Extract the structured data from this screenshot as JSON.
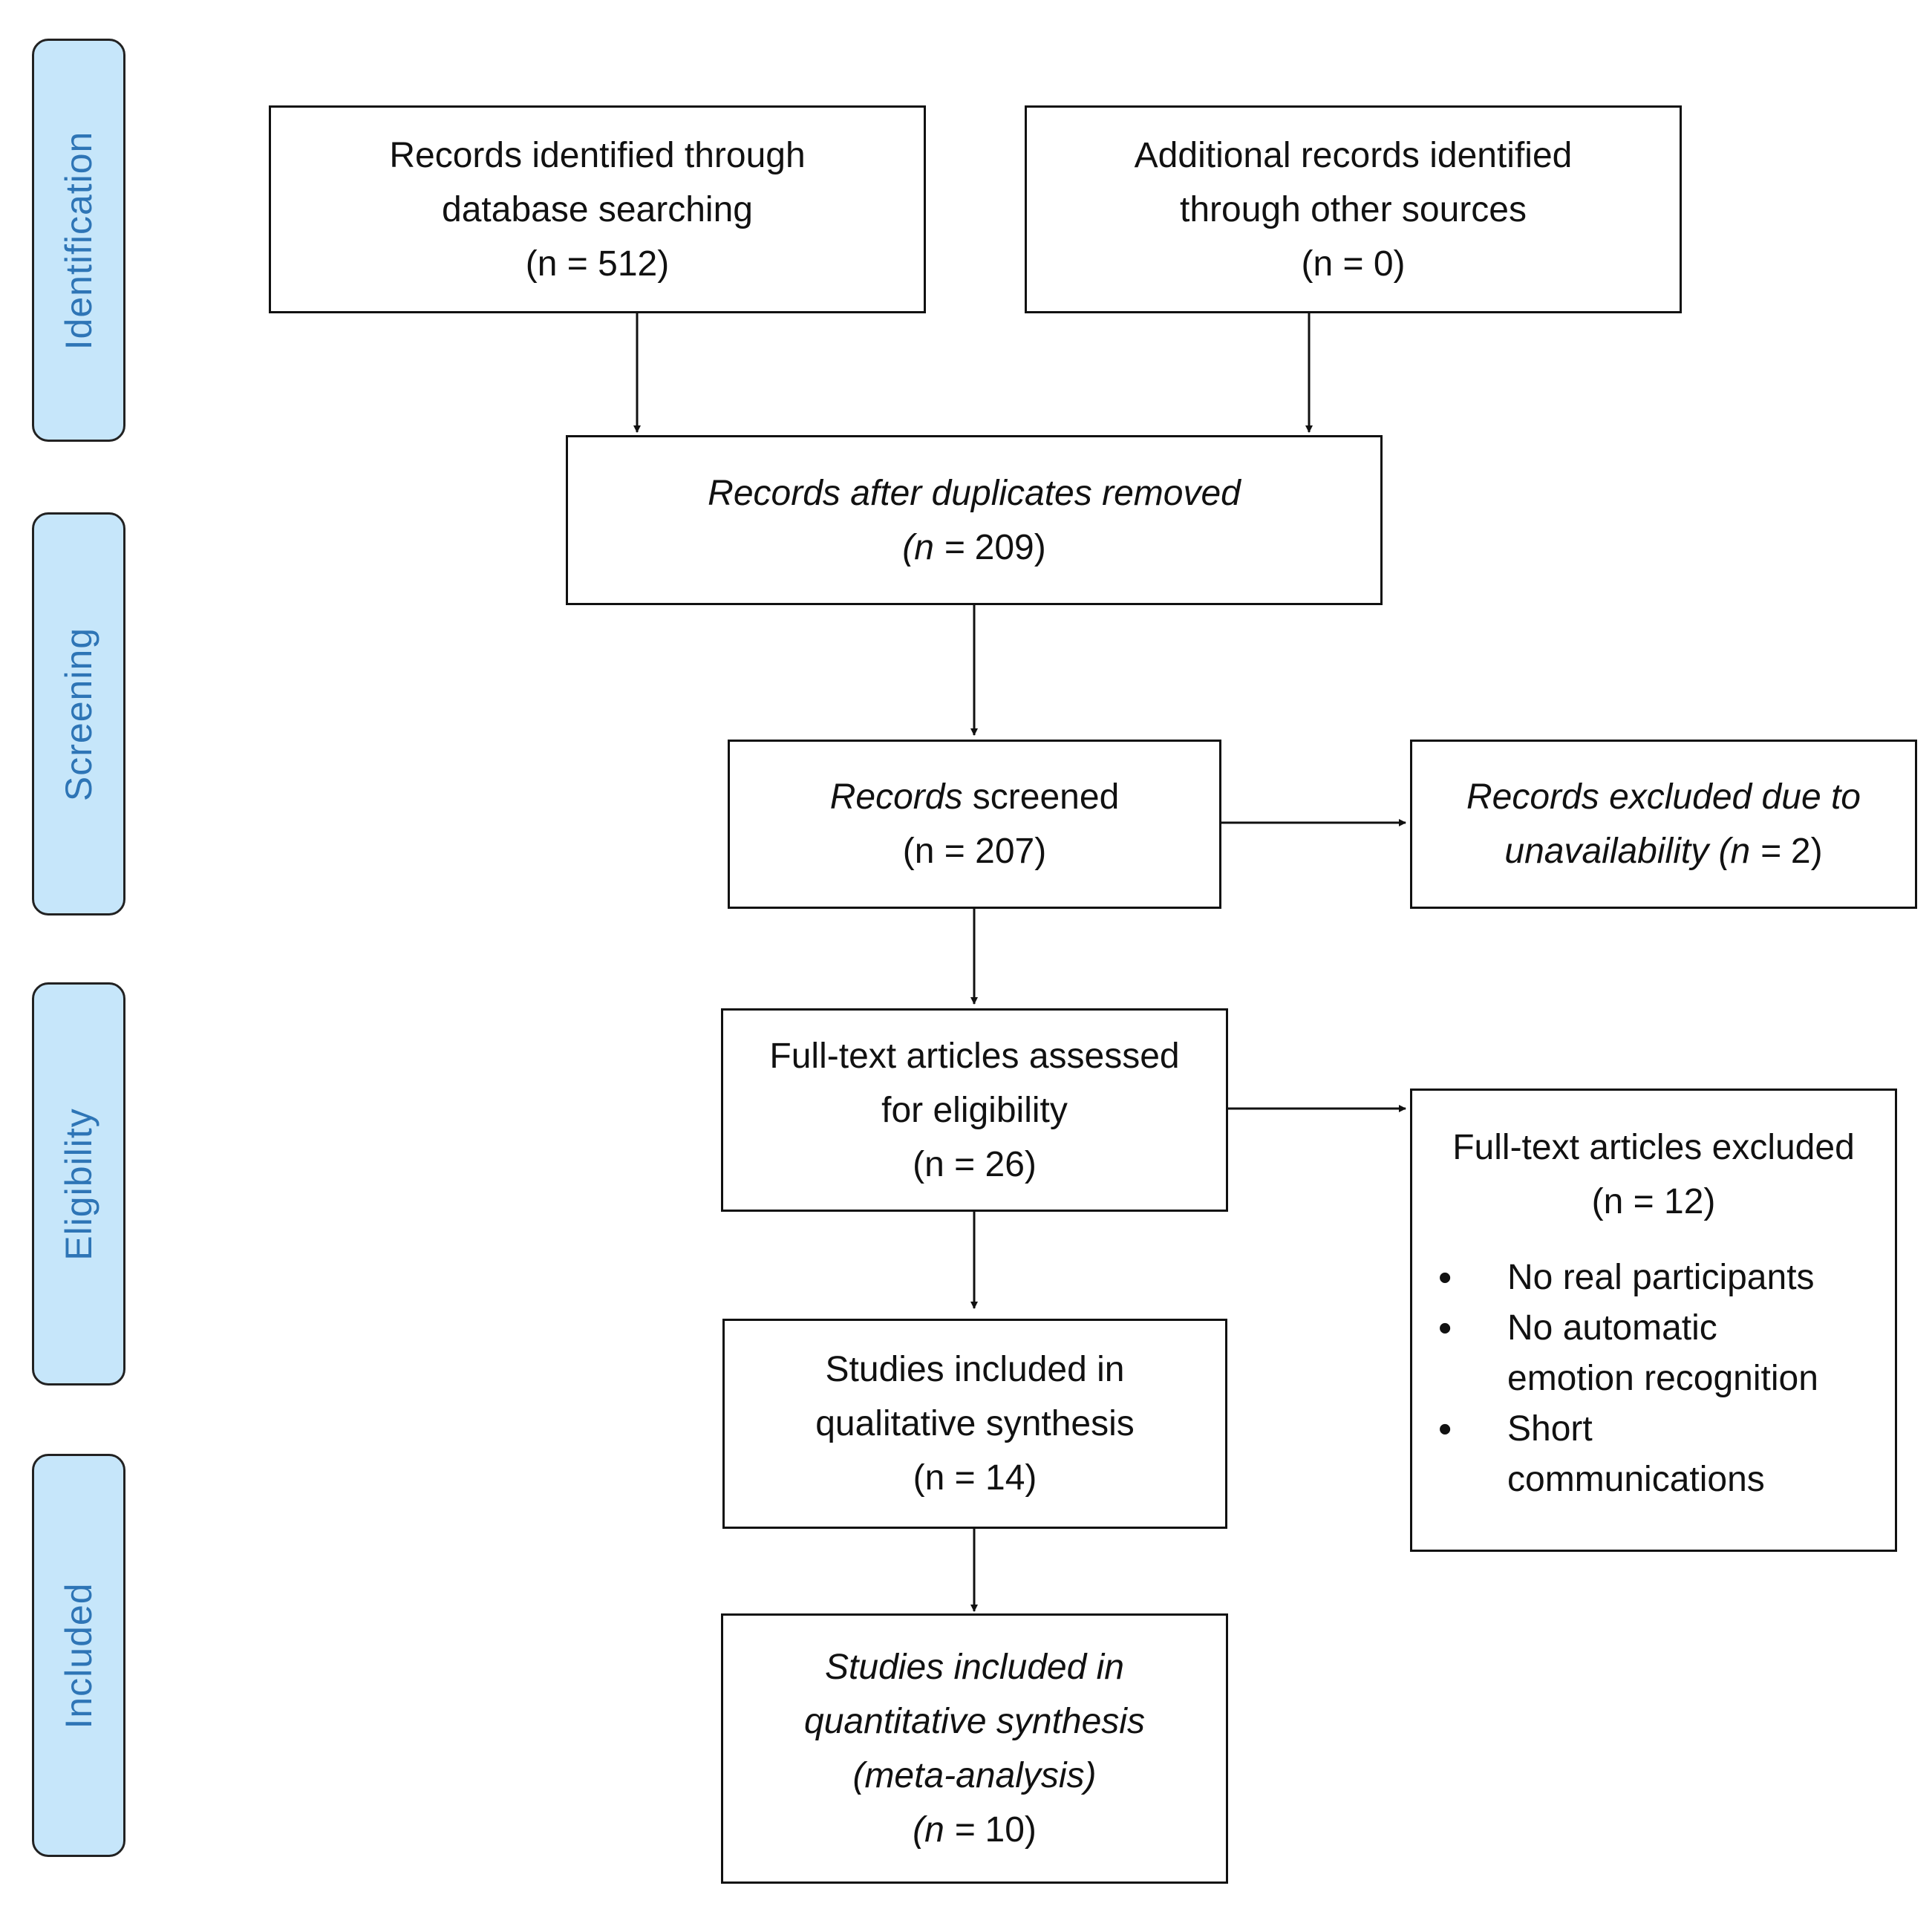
{
  "phases": {
    "identification": "Identification",
    "screening": "Screening",
    "eligibility": "Eligibility",
    "included": "Included"
  },
  "boxes": {
    "database": {
      "line1": "Records identified through",
      "line2": "database searching",
      "line3": "(n = 512)"
    },
    "other_sources": {
      "line1": "Additional records identified",
      "line2": "through other sources",
      "line3": "(n =  0)"
    },
    "duplicates_removed": {
      "line1": "Records after duplicates removed",
      "n_label": "(n = ",
      "n_value": " 209)"
    },
    "screened": {
      "line1_italic": "Records",
      "line1_rest": " screened",
      "line2": "(n = 207)"
    },
    "excluded_unavailable": {
      "line1": "Records excluded due to",
      "line2_italic": "unavailability (n = ",
      "line2_rest": " 2)"
    },
    "fulltext_assessed": {
      "line1": "Full-text articles assessed",
      "line2": "for eligibility",
      "line3": "(n = 26)"
    },
    "fulltext_excluded": {
      "title": "Full-text articles excluded",
      "count": "(n =   12)",
      "reasons": [
        {
          "line1": "No real participants"
        },
        {
          "line1": "No automatic",
          "line2": "emotion recognition"
        },
        {
          "line1": "Short",
          "line2": "communications"
        }
      ]
    },
    "qualitative": {
      "line1": "Studies included in",
      "line2": "qualitative synthesis",
      "line3": "(n =  14)"
    },
    "quantitative": {
      "line1": "Studies included in",
      "line2": "quantitative synthesis",
      "line3": "(meta-analysis)",
      "n_label": "(n = ",
      "n_value": " 10)"
    }
  }
}
